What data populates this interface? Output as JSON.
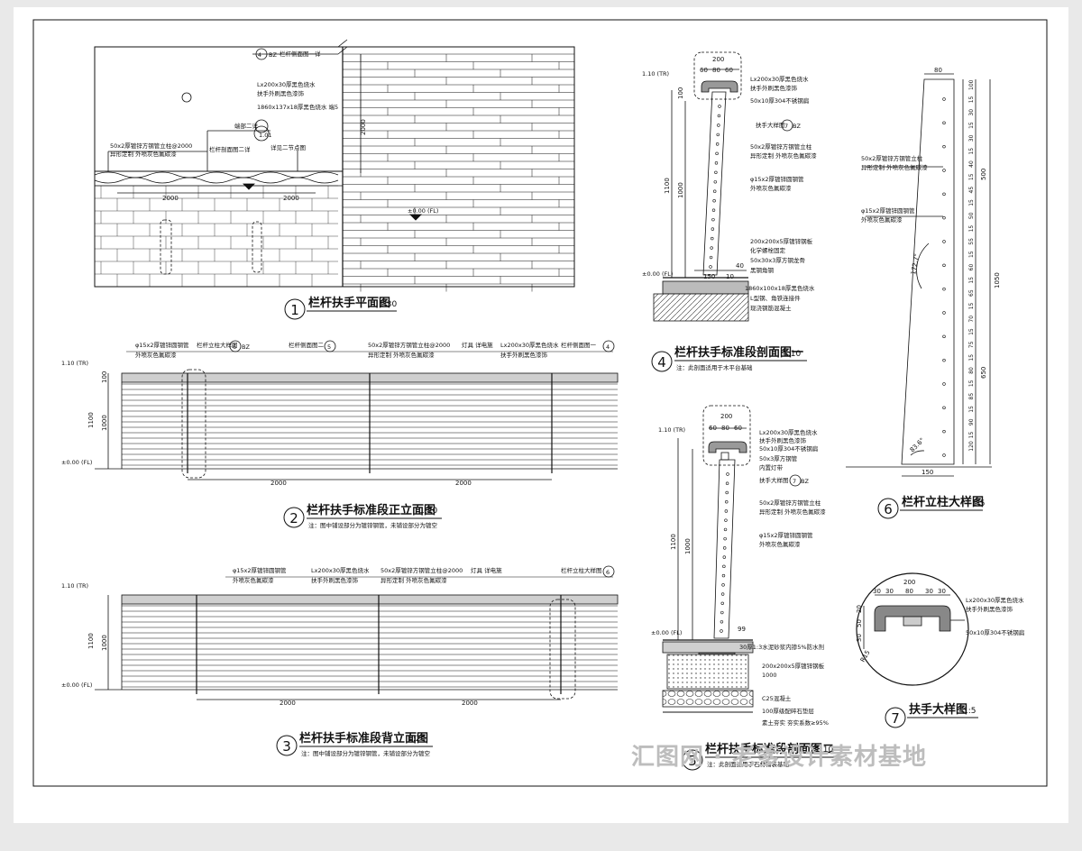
{
  "colors": {
    "line": "#111111",
    "page": "#ffffff",
    "backdrop": "#e9e9e9",
    "watermark": "#bdbdbd"
  },
  "views": {
    "v1": {
      "num": "1",
      "title": "栏杆扶手平面图",
      "scale": "1:30",
      "labels": {
        "top_note": "栏杆侧面图一详",
        "handrail": "Lx200x30厚黑色烧水",
        "handrail2": "扶手外刷黑色漆饰",
        "paver": "1860x137x18厚黑色烧水 端5",
        "dim_2000": "2000",
        "tube": "50x2厚镀锌方钢管立柱@2000",
        "tube2": "异形定制 外喷灰色氟碳漆",
        "leg_note": "栏杆剖面图二详",
        "leg_note2": "详见二节点图",
        "cross": "端部二详",
        "level": "±0.00 (FL)",
        "dim_a": "2000",
        "dim_b": "2000",
        "ref_a": "1.01",
        "ref_b": "5",
        "ref_c": "BZ",
        "ref_d": "4",
        "ref_e": "2"
      }
    },
    "v2": {
      "num": "2",
      "title": "栏杆扶手标准段正立面图",
      "scale": "1:20",
      "note": "注：图中铺设部分为镀锌钢管，未铺设部分为镀空",
      "labels": {
        "a": "φ15x2厚镀锌圆钢管",
        "a2": "外喷灰色氟碳漆",
        "b": "栏杆立柱大样图",
        "c": "栏杆侧面图二",
        "d": "50x2厚镀锌方钢管立柱@2000",
        "d2": "异形定制 外喷灰色氟碳漆",
        "e": "灯具  详电施",
        "f": "Lx200x30厚黑色烧水",
        "f2": "扶手外刷黑色漆饰",
        "g": "栏杆侧面图一",
        "lvl_top": "1.10 (TR)",
        "lvl_fl": "±0.00 (FL)",
        "h1": "1100",
        "h2": "1000",
        "h3": "100",
        "w1": "2000",
        "w2": "2000",
        "r1": "6",
        "r2": "5",
        "r3": "4",
        "rb": "BZ"
      }
    },
    "v3": {
      "num": "3",
      "title": "栏杆扶手标准段背立面图",
      "scale": "1:20",
      "note": "注：图中铺设部分为镀锌钢管，未铺设部分为镀空",
      "labels": {
        "a": "φ15x2厚镀锌圆钢管",
        "a2": "外喷灰色氟碳漆",
        "b": "Lx200x30厚黑色烧水",
        "b2": "扶手外刷黑色漆饰",
        "c": "50x2厚镀锌方钢管立柱@2000",
        "c2": "异形定制 外喷灰色氟碳漆",
        "e": "灯具  详电施",
        "f": "栏杆立柱大样图",
        "lvl_top": "1.10 (TR)",
        "lvl_fl": "±0.00 (FL)",
        "h1": "1100",
        "h2": "1000",
        "w1": "2000",
        "w2": "2000",
        "r1": "6",
        "rb": "BZ"
      }
    },
    "v4": {
      "num": "4",
      "title": "栏杆扶手标准段剖面图一",
      "scale": "1:10",
      "note": "注：此剖面适用于木平台基础",
      "labels": {
        "w": "200",
        "w1": "60",
        "w2": "80",
        "w3": "60",
        "a": "Lx200x30厚黑色烧水",
        "a2": "扶手外刷黑色漆饰",
        "b": "50x10厚304不锈钢扁",
        "c": "扶手大样图",
        "d": "50x2厚镀锌方钢管立柱",
        "d2": "异形定制 外喷灰色氟碳漆",
        "e": "φ15x2厚镀锌圆钢管",
        "e2": "外喷灰色氟碳漆",
        "f": "200x200x5厚镀锌钢板",
        "f2": "化学螺栓固定",
        "f3": "50x30x3厚方钢龙骨",
        "f4": "黑钢角钢",
        "g": "1860x100x18厚黑色烧水",
        "g2": "L型钢、角铁连接件",
        "g3": "现浇钢筋混凝土",
        "lvl_top": "1.10 (TR)",
        "lvl_fl": "±0.00 (FL)",
        "h1": "1100",
        "h2": "1000",
        "h3": "100",
        "b1": "150",
        "b2": "10",
        "b3": "40",
        "r": "7",
        "rb": "BZ"
      }
    },
    "v5": {
      "num": "5",
      "title": "栏杆扶手标准段剖面图二",
      "scale": "1:10",
      "note": "注：此剖面适用于石材铺装基础",
      "labels": {
        "w": "200",
        "w1": "60",
        "w2": "80",
        "w3": "60",
        "a": "Lx200x30厚黑色烧水",
        "a2": "扶手外刷黑色漆饰",
        "b": "50x10厚304不锈钢扁",
        "c": "50x3厚方钢管",
        "c2": "内置灯带",
        "d": "扶手大样图",
        "e": "50x2厚镀锌方钢管立柱",
        "e2": "异形定制 外喷灰色氟碳漆",
        "f": "φ15x2厚镀锌圆钢管",
        "f2": "外喷灰色氟碳漆",
        "g": "30厚1:3水泥砂浆内掺5%防水剂",
        "h": "200x200x5厚镀锌钢板",
        "h2": "1000",
        "i": "C25混凝土",
        "j": "100厚级配碎石垫层",
        "k": "素土夯实 夯实系数≥95%",
        "lvl_top": "1.10 (TR)",
        "lvl_fl": "±0.00 (FL)",
        "h1": "1100",
        "d99": "99",
        "r": "7",
        "rb": "BZ"
      }
    },
    "v6": {
      "num": "6",
      "title": "栏杆立柱大样图",
      "scale": "1:5",
      "labels": {
        "top": "80",
        "bottom": "150",
        "a": "50x2厚镀锌方钢管立柱",
        "a2": "异形定制 外喷灰色氟碳漆",
        "b": "φ15x2厚镀锌圆钢管",
        "b2": "外喷灰色氟碳漆",
        "angle1": "172.7°",
        "angle2": "83.6°",
        "h_total": "1050",
        "h_upper": "500",
        "h_lower": "650",
        "segs": [
          "100",
          "15",
          "30",
          "15",
          "30",
          "15",
          "40",
          "15",
          "45",
          "15",
          "50",
          "15",
          "55",
          "15",
          "60",
          "15",
          "65",
          "15",
          "70",
          "15",
          "75",
          "15",
          "80",
          "15",
          "85",
          "15",
          "90",
          "15",
          "120"
        ]
      }
    },
    "v7": {
      "num": "7",
      "title": "扶手大样图",
      "scale": "1:5",
      "labels": {
        "w": "200",
        "d1": "30",
        "d2": "30",
        "d3": "80",
        "d4": "30",
        "d5": "30",
        "h1": "30",
        "h2": "50",
        "h3": "20",
        "r": "R15",
        "a": "Lx200x30厚黑色烧水",
        "a2": "扶手外刷黑色漆饰",
        "b": "50x10厚304不锈钢扁"
      }
    }
  },
  "watermark": "汇图网 · 老爹设计素材基地"
}
